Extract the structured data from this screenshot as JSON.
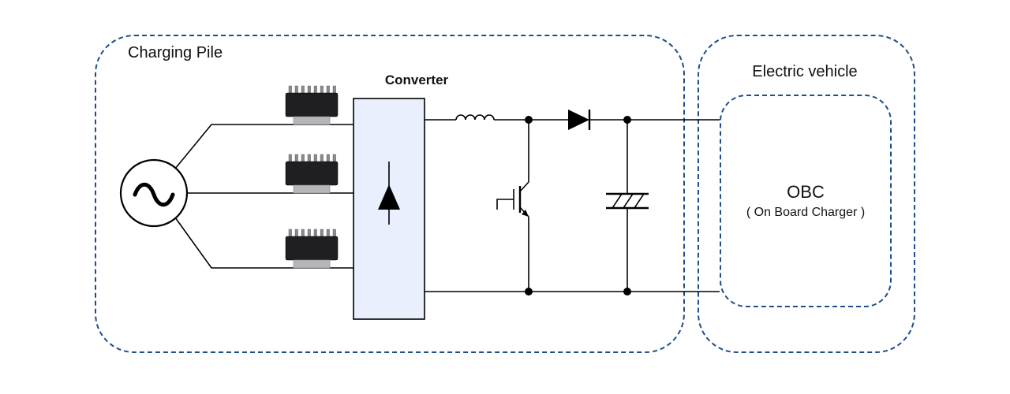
{
  "colors": {
    "boundary": "#1d4e89",
    "wire": "#000000",
    "converter_fill": "#e9effc",
    "chip_body": "#1f1f23",
    "chip_pin": "#8a8a8e",
    "chip_tab": "#b5b5ba"
  },
  "charging_pile": {
    "label": "Charging Pile"
  },
  "converter": {
    "label": "Converter"
  },
  "electric_vehicle": {
    "label": "Electric vehicle",
    "obc_title": "OBC",
    "obc_subtitle": "( On Board Charger )"
  },
  "components": [
    "ac-source",
    "gate-driver-ic-1",
    "gate-driver-ic-2",
    "gate-driver-ic-3",
    "converter-rectifier",
    "inductor",
    "igbt",
    "diode",
    "capacitor"
  ]
}
